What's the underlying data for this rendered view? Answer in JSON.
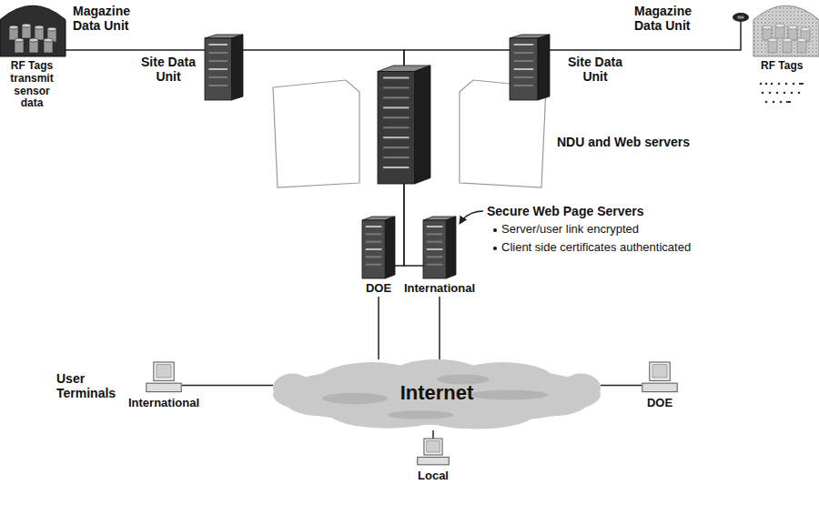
{
  "diagram": {
    "nodes": [
      {
        "text": [
          "Magazine Data Unit"
        ]
      },
      {
        "text": [
          "RF Tags transmit sensor data"
        ]
      },
      {
        "text": [
          "Site Data Unit"
        ]
      },
      {
        "text": [
          "NDU and Web servers"
        ]
      },
      {
        "text": [
          "Site Data Unit"
        ]
      },
      {
        "text": [
          "Magazine Data Unit"
        ]
      },
      {
        "text": [
          "RF Tags"
        ]
      },
      {
        "text": [
          "DOE"
        ]
      },
      {
        "text": [
          "International"
        ]
      },
      {
        "text": [
          "Internet"
        ]
      },
      {
        "text": [
          "International"
        ]
      },
      {
        "text": [
          "DOE"
        ]
      },
      {
        "text": [
          "Local"
        ]
      }
    ],
    "edges": [
      {
        "from": 0,
        "to": 2,
        "arrow": "none"
      },
      {
        "from": 2,
        "to": 3,
        "arrow": "none"
      },
      {
        "from": 5,
        "to": 4,
        "arrow": "none"
      },
      {
        "from": 4,
        "to": 3,
        "arrow": "none"
      },
      {
        "from": 3,
        "to": 7,
        "arrow": "none"
      },
      {
        "from": 3,
        "to": 8,
        "arrow": "none"
      },
      {
        "from": 7,
        "to": 9,
        "arrow": "none"
      },
      {
        "from": 8,
        "to": 9,
        "arrow": "none"
      },
      {
        "from": 10,
        "to": 9,
        "arrow": "none"
      },
      {
        "from": 11,
        "to": 9,
        "arrow": "none"
      },
      {
        "from": 12,
        "to": 9,
        "arrow": "none"
      }
    ],
    "labels": [
      "Secure Web Page Servers",
      "Server/user link encrypted",
      "Client side certificates authenticated",
      "User Terminals"
    ]
  }
}
